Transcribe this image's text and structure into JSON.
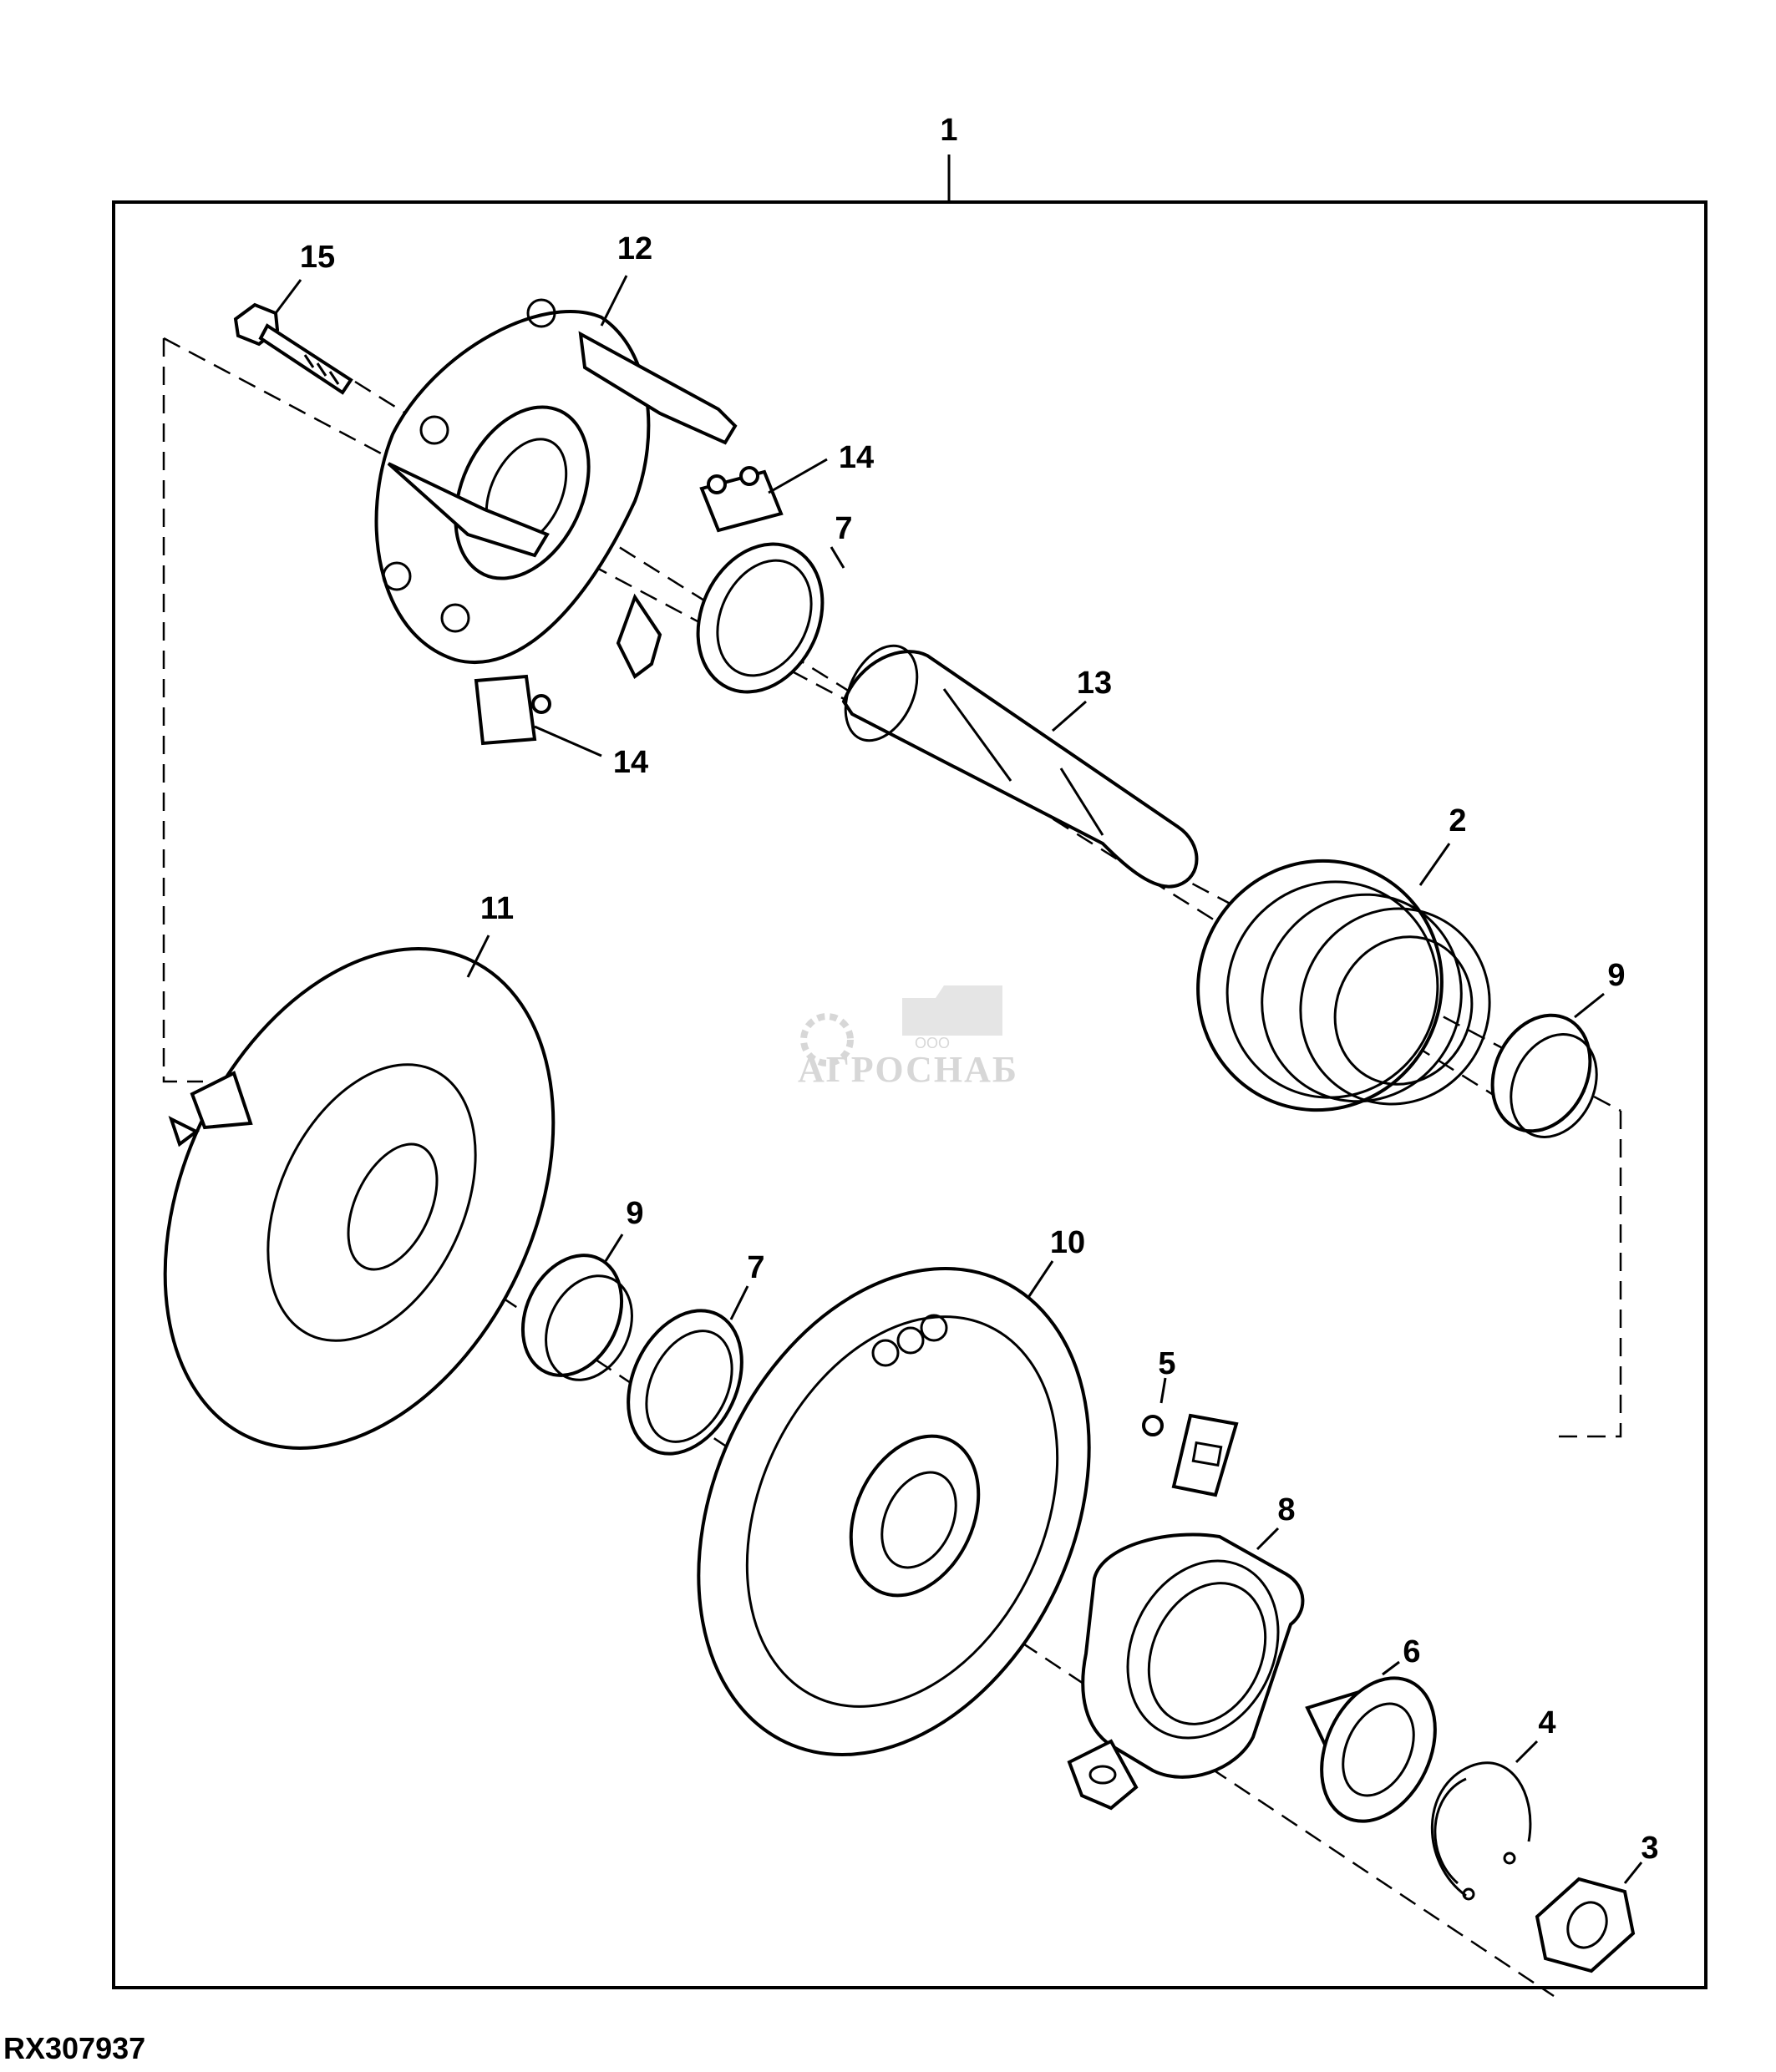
{
  "diagram": {
    "figure_code": "RX307937",
    "watermark": {
      "brand": "АГРОСНАБ",
      "prefix": "ООО"
    },
    "callouts": [
      {
        "id": "c1",
        "text": "1"
      },
      {
        "id": "c2",
        "text": "2"
      },
      {
        "id": "c3",
        "text": "3"
      },
      {
        "id": "c4",
        "text": "4"
      },
      {
        "id": "c5",
        "text": "5"
      },
      {
        "id": "c6",
        "text": "6"
      },
      {
        "id": "c7a",
        "text": "7"
      },
      {
        "id": "c7b",
        "text": "7"
      },
      {
        "id": "c8",
        "text": "8"
      },
      {
        "id": "c9a",
        "text": "9"
      },
      {
        "id": "c9b",
        "text": "9"
      },
      {
        "id": "c10",
        "text": "10"
      },
      {
        "id": "c11",
        "text": "11"
      },
      {
        "id": "c12",
        "text": "12"
      },
      {
        "id": "c13",
        "text": "13"
      },
      {
        "id": "c14a",
        "text": "14"
      },
      {
        "id": "c14b",
        "text": "14"
      },
      {
        "id": "c15",
        "text": "15"
      }
    ]
  }
}
